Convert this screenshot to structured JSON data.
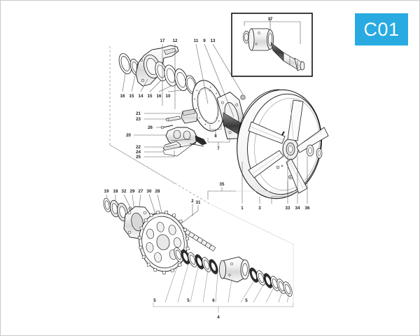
{
  "page": {
    "title": "C01",
    "background_color": "#ffffff",
    "border_color": "#c9c9c9",
    "badge_color": "#29abe2",
    "badge_text_color": "#ffffff",
    "line_color": "#1a1a1a",
    "shade_color": "#e9e9e9"
  },
  "badge": {
    "label": "C01"
  },
  "inset": {
    "callout": "37"
  },
  "callouts": {
    "brake_disc_top": [
      "17",
      "12",
      "11",
      "9",
      "13"
    ],
    "spacers_bottom": [
      "16",
      "15",
      "14",
      "15",
      "16",
      "10"
    ],
    "hub_right": [
      "8",
      "7"
    ],
    "caliper_box": [
      "21",
      "23",
      "26",
      "20",
      "22",
      "24",
      "25"
    ],
    "sprocket_carrier": [
      "19",
      "18",
      "32",
      "29",
      "27",
      "30",
      "28"
    ],
    "chain": [
      "35",
      "2"
    ],
    "sprocket": [
      "31"
    ],
    "wheel": [
      "1",
      "3",
      "33",
      "34",
      "36"
    ],
    "axle_row": [
      "5",
      "5",
      "6",
      "5"
    ],
    "axle_group": "4"
  },
  "labels": {
    "l1": "1",
    "l2": "2",
    "l3": "3",
    "l4": "4",
    "l5a": "5",
    "l5b": "5",
    "l5c": "5",
    "l6": "6",
    "l7": "7",
    "l8": "8",
    "l9": "9",
    "l10": "10",
    "l11": "11",
    "l12": "12",
    "l13": "13",
    "l14": "14",
    "l15a": "15",
    "l15b": "15",
    "l16a": "16",
    "l16b": "16",
    "l17": "17",
    "l18": "18",
    "l19": "19",
    "l20": "20",
    "l21": "21",
    "l22": "22",
    "l23": "23",
    "l24": "24",
    "l25": "25",
    "l26": "26",
    "l27": "27",
    "l28": "28",
    "l29": "29",
    "l30": "30",
    "l31": "31",
    "l32": "32",
    "l33": "33",
    "l34": "34",
    "l35": "35",
    "l36": "36",
    "l37": "37"
  }
}
